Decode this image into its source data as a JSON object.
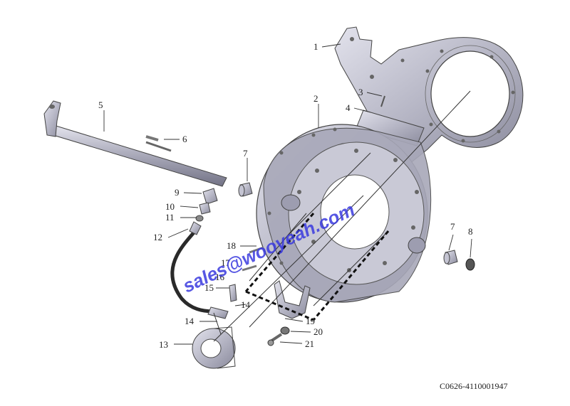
{
  "diagram": {
    "watermark": "sales@wooyeah.com",
    "drawing_code": "C0626-4110001947",
    "callouts": [
      "1",
      "2",
      "3",
      "4",
      "5",
      "6",
      "7",
      "7",
      "8",
      "9",
      "10",
      "11",
      "12",
      "13",
      "14",
      "14",
      "15",
      "16",
      "17",
      "18",
      "19",
      "20",
      "21"
    ]
  },
  "colors": {
    "part_fill": "#bcbccb",
    "part_dark": "#8d8d9f",
    "part_light": "#dedeea",
    "line": "#333333",
    "watermark": "#3a3adf"
  }
}
